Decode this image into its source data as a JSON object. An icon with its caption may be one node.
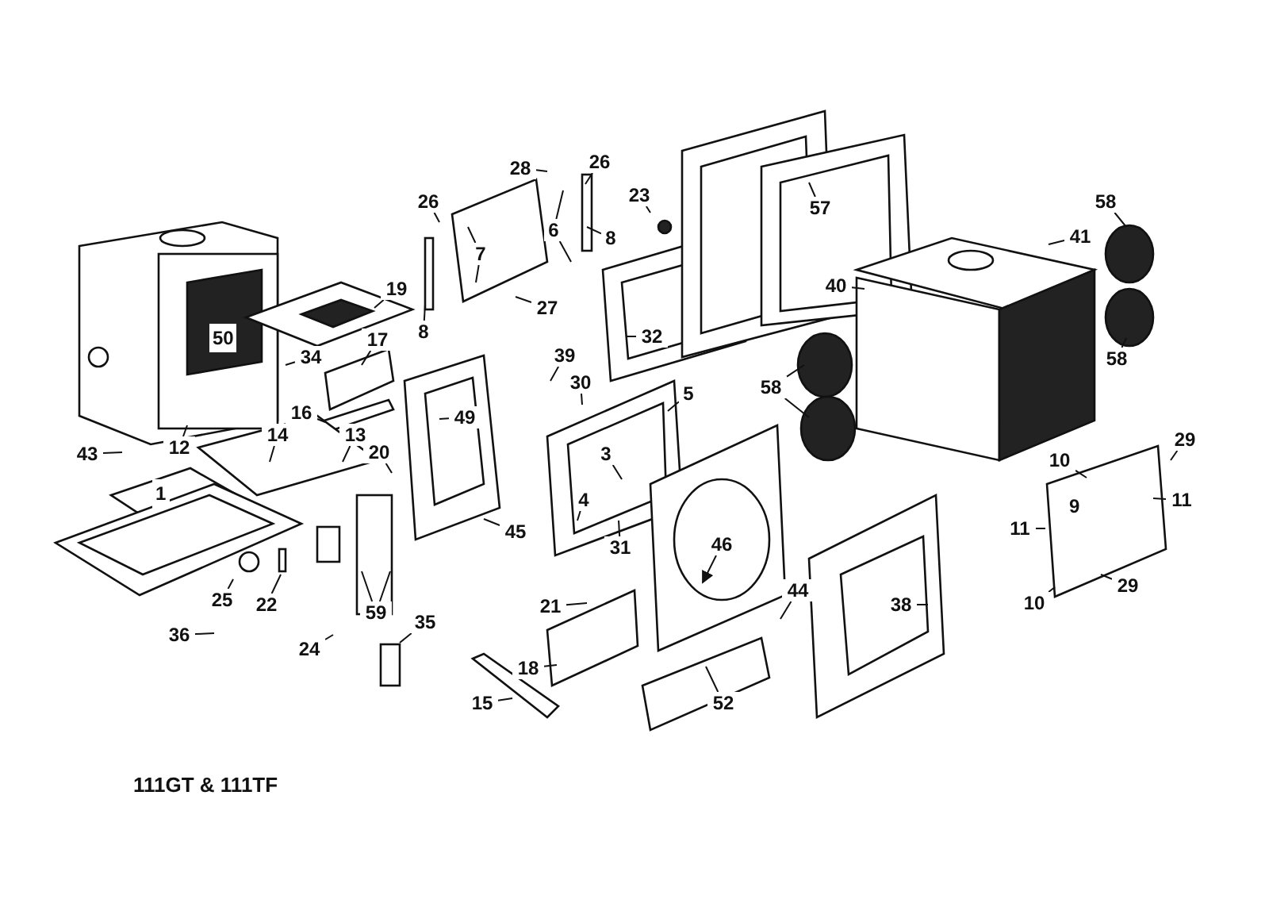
{
  "diagram": {
    "nodes": [
      {
        "text": [
          "19"
        ]
      },
      {
        "text": [
          "17"
        ]
      },
      {
        "text": [
          "34"
        ]
      },
      {
        "text": [
          "16"
        ]
      },
      {
        "text": [
          "14"
        ]
      },
      {
        "text": [
          "13"
        ]
      },
      {
        "text": [
          "20"
        ]
      },
      {
        "text": [
          "12"
        ]
      },
      {
        "text": [
          "43"
        ]
      },
      {
        "text": [
          "25"
        ]
      },
      {
        "text": [
          "22"
        ]
      },
      {
        "text": [
          "59"
        ]
      },
      {
        "text": [
          "36"
        ]
      },
      {
        "text": [
          "24"
        ]
      },
      {
        "text": [
          "35"
        ]
      },
      {
        "text": [
          "26"
        ]
      },
      {
        "text": [
          "28"
        ]
      },
      {
        "text": [
          "26"
        ]
      },
      {
        "text": [
          "7"
        ]
      },
      {
        "text": [
          "6"
        ]
      },
      {
        "text": [
          "8"
        ]
      },
      {
        "text": [
          "8"
        ]
      },
      {
        "text": [
          "27"
        ]
      },
      {
        "text": [
          "23"
        ]
      },
      {
        "text": [
          "57"
        ]
      },
      {
        "text": [
          "32"
        ]
      },
      {
        "text": [
          "39"
        ]
      },
      {
        "text": [
          "30"
        ]
      },
      {
        "text": [
          "49"
        ]
      },
      {
        "text": [
          "5"
        ]
      },
      {
        "text": [
          "3"
        ]
      },
      {
        "text": [
          "4"
        ]
      },
      {
        "text": [
          "31"
        ]
      },
      {
        "text": [
          "45"
        ]
      },
      {
        "text": [
          "58"
        ]
      },
      {
        "text": [
          "40"
        ]
      },
      {
        "text": [
          "41"
        ]
      },
      {
        "text": [
          "58"
        ]
      },
      {
        "text": [
          "58"
        ]
      },
      {
        "text": [
          "10"
        ]
      },
      {
        "text": [
          "29"
        ]
      },
      {
        "text": [
          "11"
        ]
      },
      {
        "text": [
          "11"
        ]
      },
      {
        "text": [
          "10"
        ]
      },
      {
        "text": [
          "29"
        ]
      },
      {
        "text": [
          "46"
        ]
      },
      {
        "text": [
          "44"
        ]
      },
      {
        "text": [
          "38"
        ]
      },
      {
        "text": [
          "21"
        ]
      },
      {
        "text": [
          "18"
        ]
      },
      {
        "text": [
          "15"
        ]
      },
      {
        "text": [
          "52"
        ]
      }
    ],
    "edges": [
      {
        "from": 0,
        "to": null,
        "arrow": "none"
      },
      {
        "from": 1,
        "to": null,
        "arrow": "none"
      },
      {
        "from": 2,
        "to": null,
        "arrow": "none"
      },
      {
        "from": 3,
        "to": null,
        "arrow": "none"
      },
      {
        "from": 4,
        "to": null,
        "arrow": "none"
      },
      {
        "from": 5,
        "to": null,
        "arrow": "none"
      },
      {
        "from": 6,
        "to": null,
        "arrow": "none"
      },
      {
        "from": 7,
        "to": null,
        "arrow": "none"
      },
      {
        "from": 8,
        "to": null,
        "arrow": "none"
      },
      {
        "from": 9,
        "to": null,
        "arrow": "none"
      },
      {
        "from": 10,
        "to": null,
        "arrow": "none"
      },
      {
        "from": 11,
        "to": null,
        "arrow": "none"
      },
      {
        "from": 11,
        "to": null,
        "arrow": "none"
      },
      {
        "from": 12,
        "to": null,
        "arrow": "none"
      },
      {
        "from": 13,
        "to": null,
        "arrow": "none"
      },
      {
        "from": 14,
        "to": null,
        "arrow": "none"
      },
      {
        "from": 15,
        "to": null,
        "arrow": "none"
      },
      {
        "from": 16,
        "to": null,
        "arrow": "none"
      },
      {
        "from": 17,
        "to": null,
        "arrow": "none"
      },
      {
        "from": 18,
        "to": null,
        "arrow": "none"
      },
      {
        "from": 18,
        "to": null,
        "arrow": "none"
      },
      {
        "from": 19,
        "to": null,
        "arrow": "none"
      },
      {
        "from": 19,
        "to": null,
        "arrow": "none"
      },
      {
        "from": 20,
        "to": null,
        "arrow": "none"
      },
      {
        "from": 21,
        "to": null,
        "arrow": "none"
      },
      {
        "from": 22,
        "to": null,
        "arrow": "none"
      },
      {
        "from": 23,
        "to": null,
        "arrow": "none"
      },
      {
        "from": 24,
        "to": null,
        "arrow": "none"
      },
      {
        "from": 25,
        "to": null,
        "arrow": "none"
      },
      {
        "from": 26,
        "to": null,
        "arrow": "none"
      },
      {
        "from": 27,
        "to": null,
        "arrow": "none"
      },
      {
        "from": 28,
        "to": null,
        "arrow": "none"
      },
      {
        "from": 29,
        "to": null,
        "arrow": "none"
      },
      {
        "from": 30,
        "to": null,
        "arrow": "none"
      },
      {
        "from": 31,
        "to": null,
        "arrow": "none"
      },
      {
        "from": 32,
        "to": null,
        "arrow": "none"
      },
      {
        "from": 33,
        "to": null,
        "arrow": "none"
      },
      {
        "from": 34,
        "to": null,
        "arrow": "none"
      },
      {
        "from": 34,
        "to": null,
        "arrow": "none"
      },
      {
        "from": 35,
        "to": null,
        "arrow": "none"
      },
      {
        "from": 36,
        "to": null,
        "arrow": "none"
      },
      {
        "from": 37,
        "to": null,
        "arrow": "none"
      },
      {
        "from": 38,
        "to": null,
        "arrow": "none"
      },
      {
        "from": 39,
        "to": null,
        "arrow": "none"
      },
      {
        "from": 40,
        "to": null,
        "arrow": "none"
      },
      {
        "from": 41,
        "to": null,
        "arrow": "none"
      },
      {
        "from": 42,
        "to": null,
        "arrow": "none"
      },
      {
        "from": 43,
        "to": null,
        "arrow": "none"
      },
      {
        "from": 44,
        "to": null,
        "arrow": "none"
      },
      {
        "from": 45,
        "to": null,
        "arrow": "to"
      },
      {
        "from": 46,
        "to": null,
        "arrow": "none"
      },
      {
        "from": 47,
        "to": null,
        "arrow": "none"
      },
      {
        "from": 48,
        "to": null,
        "arrow": "none"
      },
      {
        "from": 49,
        "to": null,
        "arrow": "none"
      },
      {
        "from": 50,
        "to": null,
        "arrow": "none"
      },
      {
        "from": 51,
        "to": null,
        "arrow": "none"
      }
    ],
    "labels": [
      "50",
      "1",
      "9",
      "111GT & 111TF"
    ]
  }
}
